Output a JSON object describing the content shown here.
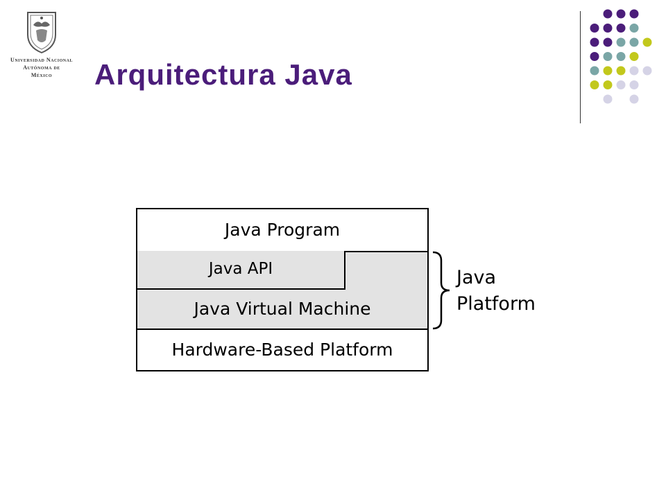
{
  "logo": {
    "line1": "Universidad Nacional",
    "line2": "Autónoma de",
    "line3": "México"
  },
  "title": "Arquitectura Java",
  "colors": {
    "title": "#4b1d7a",
    "dot_purple": "#4b1d7a",
    "dot_teal": "#7aa6a6",
    "dot_lime": "#c2c81c",
    "dot_lavender": "#d5d3e6",
    "layer_fill": "#e3e3e3"
  },
  "diagram": {
    "layers": {
      "program": "Java Program",
      "api": "Java API",
      "jvm": "Java Virtual Machine",
      "hardware": "Hardware-Based Platform"
    },
    "bracket_label_line1": "Java",
    "bracket_label_line2": "Platform"
  }
}
